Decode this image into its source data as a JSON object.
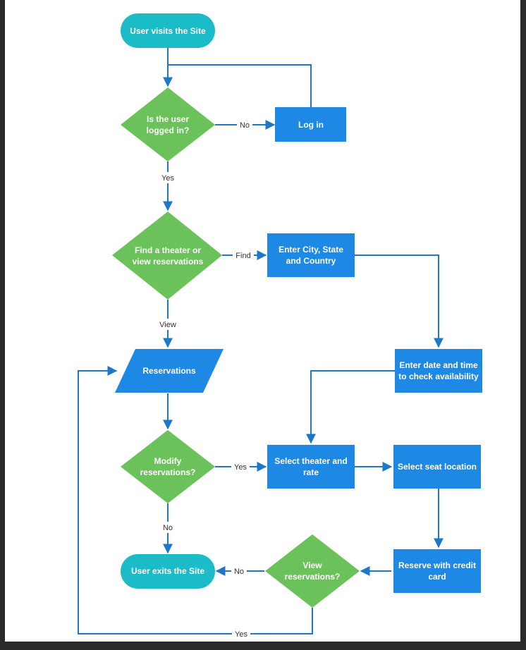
{
  "colors": {
    "terminal": "#1bbcc8",
    "decision": "#6cc25a",
    "process": "#1e88e5",
    "connector": "#1f77c8"
  },
  "nodes": {
    "start": "User visits the Site",
    "logged_in": [
      "Is the user",
      "logged in?"
    ],
    "login": "Log in",
    "find_or_view": [
      "Find a theater or",
      "view reservations"
    ],
    "enter_location": [
      "Enter City, State",
      "and Country"
    ],
    "reservations": "Reservations",
    "enter_date": [
      "Enter date and time",
      "to check availability"
    ],
    "modify": [
      "Modify",
      "reservations?"
    ],
    "select_theater": [
      "Select theater and",
      "rate"
    ],
    "select_seat": "Select seat location",
    "view_reservations": [
      "View",
      "reservations?"
    ],
    "reserve_card": [
      "Reserve with credit",
      "card"
    ],
    "exit": "User exits the Site"
  },
  "edges": {
    "no_login": "No",
    "yes_logged": "Yes",
    "find": "Find",
    "view": "View",
    "modify_yes": "Yes",
    "modify_no": "No",
    "view_no": "No",
    "view_yes": "Yes"
  }
}
